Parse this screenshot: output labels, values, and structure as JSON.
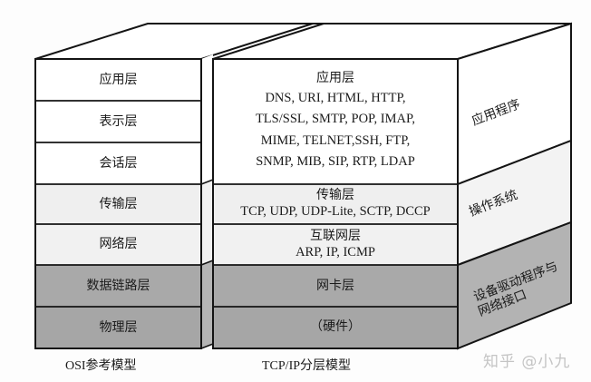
{
  "osi_model": {
    "caption": "OSI参考模型",
    "layers": [
      {
        "label": "应用层"
      },
      {
        "label": "表示层"
      },
      {
        "label": "会话层"
      },
      {
        "label": "传输层"
      },
      {
        "label": "网络层"
      },
      {
        "label": "数据链路层"
      },
      {
        "label": "物理层"
      }
    ]
  },
  "tcpip_model": {
    "caption": "TCP/IP分层模型",
    "layers": [
      {
        "label": "应用层",
        "protocols": [
          "DNS, URI, HTML, HTTP,",
          "TLS/SSL, SMTP, POP, IMAP,",
          "MIME, TELNET,SSH, FTP,",
          "SNMP, MIB, SIP, RTP, LDAP"
        ]
      },
      {
        "label": "传输层",
        "protocols": [
          "TCP, UDP, UDP-Lite, SCTP, DCCP"
        ]
      },
      {
        "label": "互联网层",
        "protocols": [
          "ARP, IP, ICMP"
        ]
      },
      {
        "label": "网卡层"
      },
      {
        "label": "（硬件）"
      }
    ]
  },
  "implementation": {
    "sections": [
      {
        "label_lines": [
          "应用程序"
        ]
      },
      {
        "label_lines": [
          "操作系统"
        ]
      },
      {
        "label_lines": [
          "设备驱动程序与",
          "网络接口"
        ]
      }
    ]
  },
  "colors": {
    "line": "#141414",
    "white_fill": "#ffffff",
    "light_fill": "#efefef",
    "dark_fill": "#a9a9a9",
    "side_light": "#f3f3f3",
    "side_dark": "#b5b5b5",
    "watermark": "#c4c4c4"
  },
  "watermark": "知乎 @小九"
}
